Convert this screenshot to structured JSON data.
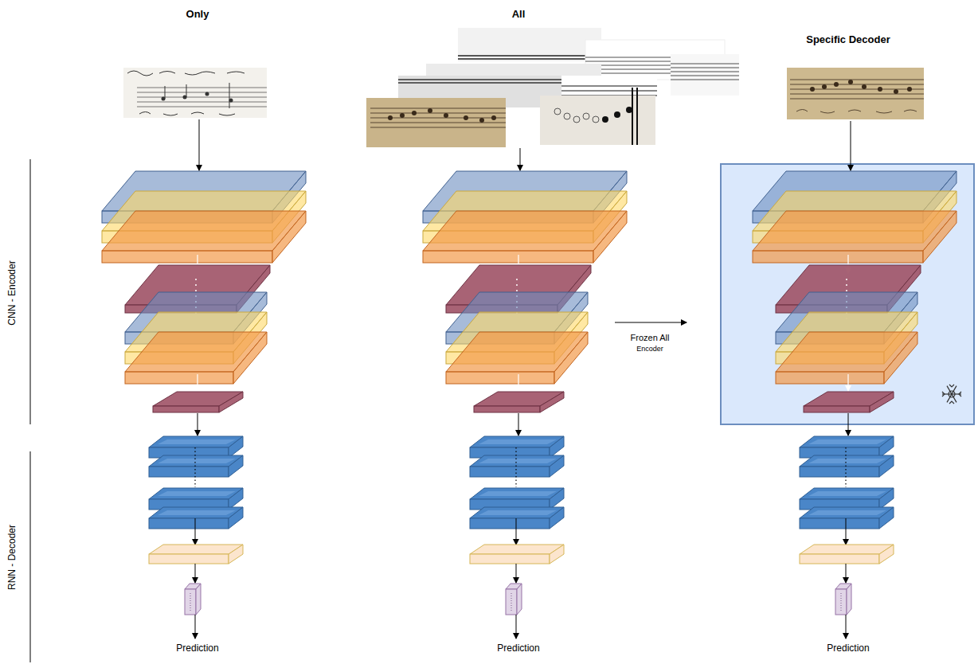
{
  "diagram": {
    "labels": [
      "Only",
      "All",
      "Specific Decoder",
      "CNN - Encoder",
      "RNN - Decoder",
      "Frozen All",
      "Encoder",
      "Prediction",
      "Prediction",
      "Prediction"
    ]
  }
}
